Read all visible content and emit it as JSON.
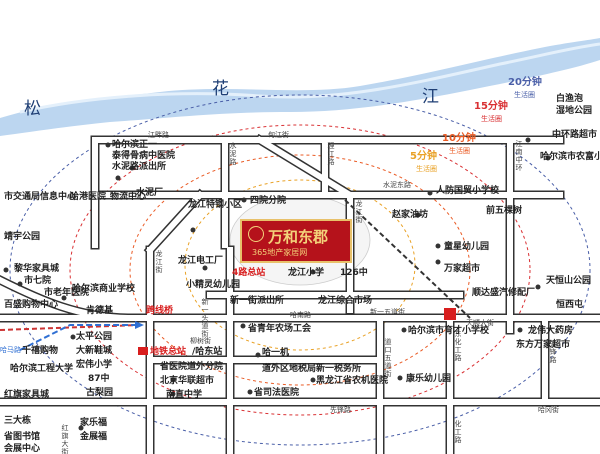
{
  "river": {
    "chars": [
      "松",
      "花",
      "江"
    ]
  },
  "rings": [
    {
      "minutes": "5分钟",
      "caption": "生活圈",
      "color": "#e9a227"
    },
    {
      "minutes": "10分钟",
      "caption": "生活圈",
      "color": "#ea5b25"
    },
    {
      "minutes": "15分钟",
      "caption": "生活圈",
      "color": "#d93033"
    },
    {
      "minutes": "20分钟",
      "caption": "生活圈",
      "color": "#4a5fa8"
    }
  ],
  "project": {
    "name": "万和东郡",
    "watermark": "365地产家居网"
  },
  "roads": {
    "jiangbian": "江畔路",
    "dianjiang": "甸江街",
    "shuini": "水泥路",
    "shuini_st": "水泥路",
    "shuini_v": "水泥路",
    "shuidong": "水泥东路",
    "jiangnan": "江南中环",
    "lijiang": "理江路",
    "sanzheng": "三正路",
    "hanan": "哈南路",
    "xinyi": "新一头道街",
    "longjiang": "龙江街",
    "longjiang_v": "龙江街",
    "xinyi_jie": "新一头道街",
    "xinyi_wudao": "新一五道街",
    "daozhi": "道口五道街",
    "dongzhi": "东化工路",
    "hama": "哈马路",
    "tianshun": "天顺大街",
    "xianfeng": "先锋路",
    "xianfeng2": "先锋路",
    "haxi": "哈冈街",
    "huagong": "化工路",
    "hongqi": "红旗大街",
    "jingsheng": "靖宇大街"
  },
  "pois": [
    {
      "text": "白渔泡",
      "bold": true
    },
    {
      "text": "湿地公园",
      "bold": true
    },
    {
      "text": "江畔路",
      "bold": false
    },
    {
      "text": "哈尔滨正一",
      "bold": true
    },
    {
      "text": "泰得骨病中医院",
      "bold": true
    },
    {
      "text": "水泥路派出所",
      "bold": true
    },
    {
      "text": "水泥厂",
      "bold": true
    },
    {
      "text": "龙江特钢小区",
      "bold": true
    },
    {
      "text": "四院分院",
      "bold": true
    },
    {
      "text": "人防国贸小学校",
      "bold": true
    },
    {
      "text": "赵家油坊",
      "bold": true
    },
    {
      "text": "童星幼儿园",
      "bold": true
    },
    {
      "text": "万家超市",
      "bold": true
    },
    {
      "text": "前五棵树",
      "bold": true
    },
    {
      "text": "中环路超市",
      "bold": true
    },
    {
      "text": "哈尔滨市农富小学校",
      "bold": true
    },
    {
      "text": "天恒山公园",
      "bold": true
    },
    {
      "text": "恒西屯",
      "bold": true
    },
    {
      "text": "顺达盛汽修配厂",
      "bold": true
    },
    {
      "text": "龙伟大药房",
      "bold": true
    },
    {
      "text": "东方万家超市",
      "bold": true
    },
    {
      "text": "市交通局信息中心",
      "bold": true
    },
    {
      "text": "哈港医院",
      "bold": true
    },
    {
      "text": "物流中心",
      "bold": true
    },
    {
      "text": "靖宇公园",
      "bold": true
    },
    {
      "text": "黎华家具城",
      "bold": true
    },
    {
      "text": "市七院",
      "bold": true
    },
    {
      "text": "市老年医院",
      "bold": true
    },
    {
      "text": "哈尔滨商业学校",
      "bold": true
    },
    {
      "text": "肯德基",
      "bold": true
    },
    {
      "text": "百盛购物中心",
      "bold": true
    },
    {
      "text": "龙江电工厂",
      "bold": true
    },
    {
      "text": "小精灵幼儿园",
      "bold": true
    },
    {
      "text": "4路总站",
      "bold": true
    },
    {
      "text": "龙江小学",
      "bold": true
    },
    {
      "text": "126中",
      "bold": true
    },
    {
      "text": "新一街派出所",
      "bold": true
    },
    {
      "text": "龙江综合市场",
      "bold": true
    },
    {
      "text": "跨线桥",
      "bold": true
    },
    {
      "text": "柳树街",
      "bold": false
    },
    {
      "text": "省青年农场工会",
      "bold": true
    },
    {
      "text": "哈一机",
      "bold": true
    },
    {
      "text": "地铁总站",
      "bold": true
    },
    {
      "text": "/哈东站",
      "bold": true
    },
    {
      "text": "太平公园",
      "bold": true
    },
    {
      "text": "大新鞋城",
      "bold": true
    },
    {
      "text": "宏伟小学",
      "bold": true
    },
    {
      "text": "87中",
      "bold": true
    },
    {
      "text": "古梨园",
      "bold": true
    },
    {
      "text": "千禧购物",
      "bold": true
    },
    {
      "text": "哈尔滨工程大学",
      "bold": true
    },
    {
      "text": "红旗家具城",
      "bold": true
    },
    {
      "text": "省医院道外分院",
      "bold": true
    },
    {
      "text": "北京华联超市",
      "bold": true
    },
    {
      "text": "南直中学",
      "bold": true
    },
    {
      "text": "道外区地税局新一税务所",
      "bold": true
    },
    {
      "text": "省司法医院",
      "bold": true
    },
    {
      "text": "黑龙江省农机医院",
      "bold": true
    },
    {
      "text": "哈尔滨市育才小学校",
      "bold": true
    },
    {
      "text": "康乐幼儿园",
      "bold": true
    },
    {
      "text": "三大栋",
      "bold": true
    },
    {
      "text": "家乐福",
      "bold": true
    },
    {
      "text": "省图书馆",
      "bold": true
    },
    {
      "text": "金展福",
      "bold": true
    },
    {
      "text": "会展中心",
      "bold": true
    }
  ],
  "colors": {
    "road_fill": "#ffffff",
    "road_edge": "#333333",
    "river": "#bcd6f0",
    "metro": "#2f6fd3",
    "project": "#b5121b",
    "rail": "#cc3333"
  }
}
